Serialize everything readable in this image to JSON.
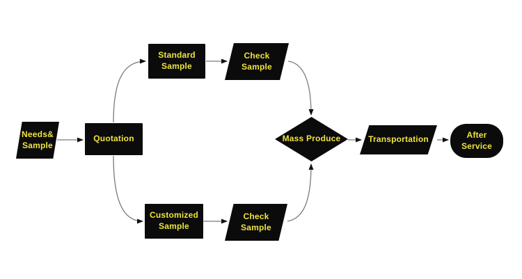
{
  "diagram": {
    "type": "flowchart",
    "colors": {
      "canvas_bg": "#ffffff",
      "node_bg": "#0b0b0b",
      "label_color": "#efe43c",
      "line_color": "#7a7a7a",
      "arrowhead_color": "#111111"
    },
    "nodes": [
      {
        "id": "needs-sample",
        "shape": "parallelogram",
        "label": "Needs&\nSample"
      },
      {
        "id": "quotation",
        "shape": "rectangle",
        "label": "Quotation"
      },
      {
        "id": "standard-sample",
        "shape": "rectangle",
        "label": "Standard\nSample"
      },
      {
        "id": "check-sample-top",
        "shape": "parallelogram",
        "label": "Check\nSample"
      },
      {
        "id": "customized-sample",
        "shape": "rectangle",
        "label": "Customized\nSample"
      },
      {
        "id": "check-sample-bottom",
        "shape": "parallelogram",
        "label": "Check\nSample"
      },
      {
        "id": "mass-produce",
        "shape": "diamond",
        "label": "Mass Produce"
      },
      {
        "id": "transportation",
        "shape": "parallelogram",
        "label": "Transportation"
      },
      {
        "id": "after-service",
        "shape": "stadium",
        "label": "After Service"
      }
    ],
    "edges": [
      {
        "from": "needs-sample",
        "to": "quotation"
      },
      {
        "from": "quotation",
        "to": "standard-sample"
      },
      {
        "from": "standard-sample",
        "to": "check-sample-top"
      },
      {
        "from": "check-sample-top",
        "to": "mass-produce"
      },
      {
        "from": "quotation",
        "to": "customized-sample"
      },
      {
        "from": "customized-sample",
        "to": "check-sample-bottom"
      },
      {
        "from": "check-sample-bottom",
        "to": "mass-produce"
      },
      {
        "from": "mass-produce",
        "to": "transportation"
      },
      {
        "from": "transportation",
        "to": "after-service"
      }
    ]
  }
}
